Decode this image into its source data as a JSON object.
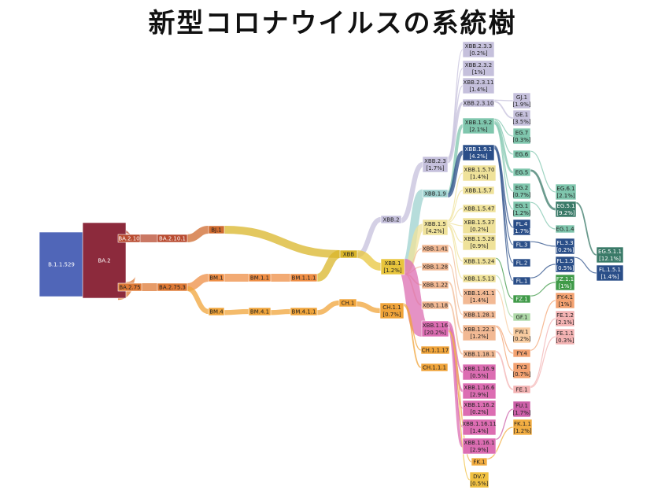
{
  "title": "新型コロナウイルスの系統樹",
  "colors": {
    "B": "#5066b8",
    "BA2": "#8c2a3c",
    "BA210": "#b84b30",
    "BJ1": "#cf6a2e",
    "BA275": "#de7a36",
    "BM": "#ee8d44",
    "XBB": "#d9b52a",
    "XBB1": "#e8c53c",
    "XBB2": "#c5c0dc",
    "XBB19": "#9ed1cf",
    "XBB15": "#efe29a",
    "XBB1x": "#f2b994",
    "XBB116": "#dc6db2",
    "CH": "#f0a43a",
    "EG": "#7fc6ad",
    "EG5": "#3a7a68",
    "FL": "#2a4e88",
    "FZ": "#3f9a48",
    "FY": "#f3a170",
    "FE": "#f3b2b2",
    "FW": "#f8cca0",
    "FU": "#cc5fa8",
    "FK": "#f2ad42",
    "DV": "#f0c040",
    "GF": "#aed9a8"
  },
  "nodes": [
    {
      "id": "B.1.1.529",
      "pct": "",
      "c": "B"
    },
    {
      "id": "BA.2",
      "pct": "",
      "c": "BA2"
    },
    {
      "id": "BA.2.10",
      "pct": "",
      "c": "BA210"
    },
    {
      "id": "BA.2.10.1",
      "pct": "",
      "c": "BA210"
    },
    {
      "id": "BJ.1",
      "pct": "",
      "c": "BJ1"
    },
    {
      "id": "BA.2.75",
      "pct": "",
      "c": "BA275"
    },
    {
      "id": "BA.2.75.3",
      "pct": "",
      "c": "BA275"
    },
    {
      "id": "BM.1",
      "pct": "",
      "c": "BM"
    },
    {
      "id": "BM.1.1",
      "pct": "",
      "c": "BM"
    },
    {
      "id": "BM.1.1.1",
      "pct": "",
      "c": "BM"
    },
    {
      "id": "BM.4",
      "pct": "",
      "c": "CH"
    },
    {
      "id": "BM.4.1",
      "pct": "",
      "c": "CH"
    },
    {
      "id": "BM.4.1.1",
      "pct": "",
      "c": "CH"
    },
    {
      "id": "CH.1",
      "pct": "",
      "c": "CH"
    },
    {
      "id": "CH.1.1",
      "pct": "[0.7%]",
      "c": "CH"
    },
    {
      "id": "XBB",
      "pct": "",
      "c": "XBB"
    },
    {
      "id": "XBB.2",
      "pct": "",
      "c": "XBB2"
    },
    {
      "id": "XBB.1",
      "pct": "[1.2%]",
      "c": "XBB1"
    },
    {
      "id": "XBB.2.3",
      "pct": "[1.7%]",
      "c": "XBB2"
    },
    {
      "id": "XBB.1.9",
      "pct": "",
      "c": "XBB19"
    },
    {
      "id": "XBB.1.5",
      "pct": "[4.2%]",
      "c": "XBB15"
    },
    {
      "id": "XBB.1.41",
      "pct": "",
      "c": "XBB1x"
    },
    {
      "id": "XBB.1.28",
      "pct": "",
      "c": "XBB1x"
    },
    {
      "id": "XBB.1.22",
      "pct": "",
      "c": "XBB1x"
    },
    {
      "id": "XBB.1.18",
      "pct": "",
      "c": "XBB1x"
    },
    {
      "id": "XBB.1.16",
      "pct": "[20.2%]",
      "c": "XBB116"
    },
    {
      "id": "CH.1.1.17",
      "pct": "",
      "c": "CH"
    },
    {
      "id": "CH.1.1.1",
      "pct": "",
      "c": "CH"
    },
    {
      "id": "XBB.2.3.3",
      "pct": "[0.2%]",
      "c": "XBB2"
    },
    {
      "id": "XBB.2.3.2",
      "pct": "[1%]",
      "c": "XBB2"
    },
    {
      "id": "XBB.2.3.11",
      "pct": "[1.4%]",
      "c": "XBB2"
    },
    {
      "id": "XBB.2.3.10",
      "pct": "",
      "c": "XBB2"
    },
    {
      "id": "XBB.1.9.2",
      "pct": "[2.1%]",
      "c": "EG"
    },
    {
      "id": "XBB.1.9.1",
      "pct": "[4.2%]",
      "c": "FL"
    },
    {
      "id": "XBB.1.5.70",
      "pct": "[1.4%]",
      "c": "XBB15"
    },
    {
      "id": "XBB.1.5.7",
      "pct": "",
      "c": "XBB15"
    },
    {
      "id": "XBB.1.5.47",
      "pct": "",
      "c": "XBB15"
    },
    {
      "id": "XBB.1.5.37",
      "pct": "[0.2%]",
      "c": "XBB15"
    },
    {
      "id": "XBB.1.5.28",
      "pct": "[0.9%]",
      "c": "XBB15"
    },
    {
      "id": "XBB.1.5.24",
      "pct": "",
      "c": "XBB15"
    },
    {
      "id": "XBB.1.5.13",
      "pct": "",
      "c": "XBB15"
    },
    {
      "id": "XBB.1.41.1",
      "pct": "[1.4%]",
      "c": "XBB1x"
    },
    {
      "id": "XBB.1.28.1",
      "pct": "",
      "c": "XBB1x"
    },
    {
      "id": "XBB.1.22.1",
      "pct": "[1.2%]",
      "c": "XBB1x"
    },
    {
      "id": "XBB.1.18.1",
      "pct": "",
      "c": "XBB1x"
    },
    {
      "id": "XBB.1.16.9",
      "pct": "[0.5%]",
      "c": "XBB116"
    },
    {
      "id": "XBB.1.16.6",
      "pct": "[2.9%]",
      "c": "XBB116"
    },
    {
      "id": "XBB.1.16.2",
      "pct": "[0.2%]",
      "c": "XBB116"
    },
    {
      "id": "XBB.1.16.11",
      "pct": "[1.4%]",
      "c": "XBB116"
    },
    {
      "id": "XBB.1.16.1",
      "pct": "[2.9%]",
      "c": "XBB116"
    },
    {
      "id": "FK.1",
      "pct": "",
      "c": "FK"
    },
    {
      "id": "DV.7",
      "pct": "[0.5%]",
      "c": "DV"
    },
    {
      "id": "GJ.1",
      "pct": "[1.9%]",
      "c": "XBB2"
    },
    {
      "id": "GE.1",
      "pct": "[3.5%]",
      "c": "XBB2"
    },
    {
      "id": "EG.7",
      "pct": "[0.3%]",
      "c": "EG"
    },
    {
      "id": "EG.6",
      "pct": "",
      "c": "EG"
    },
    {
      "id": "EG.5",
      "pct": "",
      "c": "EG"
    },
    {
      "id": "EG.2",
      "pct": "[0.7%]",
      "c": "EG"
    },
    {
      "id": "EG.1",
      "pct": "[1.2%]",
      "c": "EG"
    },
    {
      "id": "FL.4",
      "pct": "[1.7%]",
      "c": "FL"
    },
    {
      "id": "FL.3",
      "pct": "",
      "c": "FL"
    },
    {
      "id": "FL.2",
      "pct": "",
      "c": "FL"
    },
    {
      "id": "FL.1",
      "pct": "",
      "c": "FL"
    },
    {
      "id": "FZ.1",
      "pct": "",
      "c": "FZ"
    },
    {
      "id": "GF.1",
      "pct": "",
      "c": "GF"
    },
    {
      "id": "FW.1",
      "pct": "[0.2%]",
      "c": "FW"
    },
    {
      "id": "FY.4",
      "pct": "",
      "c": "FY"
    },
    {
      "id": "FY.3",
      "pct": "[0.7%]",
      "c": "FY"
    },
    {
      "id": "FE.1",
      "pct": "",
      "c": "FE"
    },
    {
      "id": "FU.1",
      "pct": "[1.7%]",
      "c": "FU"
    },
    {
      "id": "FK.1.1",
      "pct": "[1.2%]",
      "c": "FK"
    },
    {
      "id": "EG.6.1",
      "pct": "[2.1%]",
      "c": "EG"
    },
    {
      "id": "EG.5.1",
      "pct": "[9.2%]",
      "c": "EG5"
    },
    {
      "id": "EG.1.4",
      "pct": "",
      "c": "EG"
    },
    {
      "id": "FL.3.3",
      "pct": "[0.2%]",
      "c": "FL"
    },
    {
      "id": "FL.1.5",
      "pct": "[0.5%]",
      "c": "FL"
    },
    {
      "id": "FZ.1.1",
      "pct": "[1%]",
      "c": "FZ"
    },
    {
      "id": "FY.4.1",
      "pct": "[1%]",
      "c": "FY"
    },
    {
      "id": "FE.1.2",
      "pct": "[2.1%]",
      "c": "FE"
    },
    {
      "id": "FE.1.1",
      "pct": "[0.3%]",
      "c": "FE"
    },
    {
      "id": "EG.5.1.1",
      "pct": "[12.1%]",
      "c": "EG5"
    },
    {
      "id": "FL.1.5.1",
      "pct": "[1.4%]",
      "c": "FL"
    }
  ],
  "links": [
    [
      "B.1.1.529",
      "BA.2",
      10
    ],
    [
      "BA.2",
      "BA.2.10",
      3
    ],
    [
      "BA.2",
      "BA.2.75",
      3.6
    ],
    [
      "BA.2.10",
      "BA.2.10.1",
      3
    ],
    [
      "BA.2.10.1",
      "BJ.1",
      3
    ],
    [
      "BJ.1",
      "XBB",
      3
    ],
    [
      "BA.2.75",
      "BA.2.75.3",
      3.6
    ],
    [
      "BA.2.75.3",
      "BM.1",
      2.9
    ],
    [
      "BA.2.75.3",
      "BM.4",
      0.7
    ],
    [
      "BM.1",
      "BM.1.1",
      2.9
    ],
    [
      "BM.1.1",
      "BM.1.1.1",
      2.9
    ],
    [
      "BM.1.1.1",
      "XBB",
      2.9
    ],
    [
      "BM.4",
      "BM.4.1",
      0.7
    ],
    [
      "BM.4.1",
      "BM.4.1.1",
      0.7
    ],
    [
      "BM.4.1.1",
      "CH.1",
      0.7
    ],
    [
      "CH.1",
      "CH.1.1",
      0.7
    ],
    [
      "XBB",
      "XBB.2",
      0.7
    ],
    [
      "XBB",
      "XBB.1",
      5.2
    ],
    [
      "XBB.2",
      "XBB.2.3",
      0.7
    ],
    [
      "XBB.1",
      "XBB.1.9",
      1.2
    ],
    [
      "XBB.1",
      "XBB.1.5",
      1.0
    ],
    [
      "XBB.1",
      "XBB.1.41",
      0.1
    ],
    [
      "XBB.1",
      "XBB.1.28",
      0.1
    ],
    [
      "XBB.1",
      "XBB.1.22",
      0.2
    ],
    [
      "XBB.1",
      "XBB.1.18",
      0.2
    ],
    [
      "XBB.1",
      "XBB.1.16",
      2.4
    ],
    [
      "CH.1.1",
      "CH.1.1.17",
      0.15
    ],
    [
      "CH.1.1",
      "CH.1.1.1",
      0.2
    ],
    [
      "XBB.2.3",
      "XBB.2.3.3",
      0.05
    ],
    [
      "XBB.2.3",
      "XBB.2.3.2",
      0.1
    ],
    [
      "XBB.2.3",
      "XBB.2.3.11",
      0.15
    ],
    [
      "XBB.2.3",
      "XBB.2.3.10",
      0.35
    ],
    [
      "XBB.1.9",
      "XBB.1.9.2",
      0.45
    ],
    [
      "XBB.1.9",
      "XBB.1.9.1",
      0.55
    ],
    [
      "XBB.1.5",
      "XBB.1.5.70",
      0.1
    ],
    [
      "XBB.1.5",
      "XBB.1.5.7",
      0.05
    ],
    [
      "XBB.1.5",
      "XBB.1.5.47",
      0.05
    ],
    [
      "XBB.1.5",
      "XBB.1.5.37",
      0.05
    ],
    [
      "XBB.1.5",
      "XBB.1.5.28",
      0.1
    ],
    [
      "XBB.1.5",
      "XBB.1.5.24",
      0.05
    ],
    [
      "XBB.1.5",
      "XBB.1.5.13",
      0.05
    ],
    [
      "XBB.1.41",
      "XBB.1.41.1",
      0.1
    ],
    [
      "XBB.1.28",
      "XBB.1.28.1",
      0.1
    ],
    [
      "XBB.1.22",
      "XBB.1.22.1",
      0.2
    ],
    [
      "XBB.1.18",
      "XBB.1.18.1",
      0.2
    ],
    [
      "XBB.1.16",
      "XBB.1.16.9",
      0.2
    ],
    [
      "XBB.1.16",
      "XBB.1.16.6",
      0.3
    ],
    [
      "XBB.1.16",
      "XBB.1.16.2",
      0.1
    ],
    [
      "XBB.1.16",
      "XBB.1.16.11",
      0.15
    ],
    [
      "XBB.1.16",
      "XBB.1.16.1",
      0.4
    ],
    [
      "XBB.1.16",
      "FK.1",
      0.15
    ],
    [
      "XBB.1.16",
      "DV.7",
      0.05
    ],
    [
      "XBB.2.3.10",
      "GJ.1",
      0.15
    ],
    [
      "XBB.2.3.10",
      "GE.1",
      0.2
    ],
    [
      "XBB.1.9.2",
      "EG.7",
      0.05
    ],
    [
      "XBB.1.9.2",
      "EG.6",
      0.1
    ],
    [
      "XBB.1.9.2",
      "EG.5",
      0.3
    ],
    [
      "XBB.1.9.2",
      "EG.2",
      0.05
    ],
    [
      "XBB.1.9.2",
      "EG.1",
      0.1
    ],
    [
      "XBB.1.9.1",
      "FL.4",
      0.15
    ],
    [
      "XBB.1.9.1",
      "FL.3",
      0.05
    ],
    [
      "XBB.1.9.1",
      "FL.2",
      0.05
    ],
    [
      "XBB.1.9.1",
      "FL.1",
      0.1
    ],
    [
      "XBB.1.5.24",
      "FZ.1",
      0.05
    ],
    [
      "XBB.1.5.13",
      "GF.1",
      0.05
    ],
    [
      "XBB.1.41.1",
      "FW.1",
      0.05
    ],
    [
      "XBB.1.22.1",
      "FY.4",
      0.1
    ],
    [
      "XBB.1.22.1",
      "FY.3",
      0.1
    ],
    [
      "XBB.1.18.1",
      "FE.1",
      0.2
    ],
    [
      "XBB.1.16.1",
      "FU.1",
      0.15
    ],
    [
      "FK.1",
      "FK.1.1",
      0.15
    ],
    [
      "EG.6",
      "EG.6.1",
      0.1
    ],
    [
      "EG.5",
      "EG.5.1",
      0.3
    ],
    [
      "EG.1",
      "EG.1.4",
      0.05
    ],
    [
      "FL.3",
      "FL.3.3",
      0.05
    ],
    [
      "FL.1",
      "FL.1.5",
      0.1
    ],
    [
      "FZ.1",
      "FZ.1.1",
      0.05
    ],
    [
      "FY.4",
      "FY.4.1",
      0.1
    ],
    [
      "FE.1",
      "FE.1.2",
      0.1
    ],
    [
      "FE.1",
      "FE.1.1",
      0.05
    ],
    [
      "EG.5.1",
      "EG.5.1.1",
      0.2
    ],
    [
      "FL.1.5",
      "FL.1.5.1",
      0.05
    ]
  ]
}
